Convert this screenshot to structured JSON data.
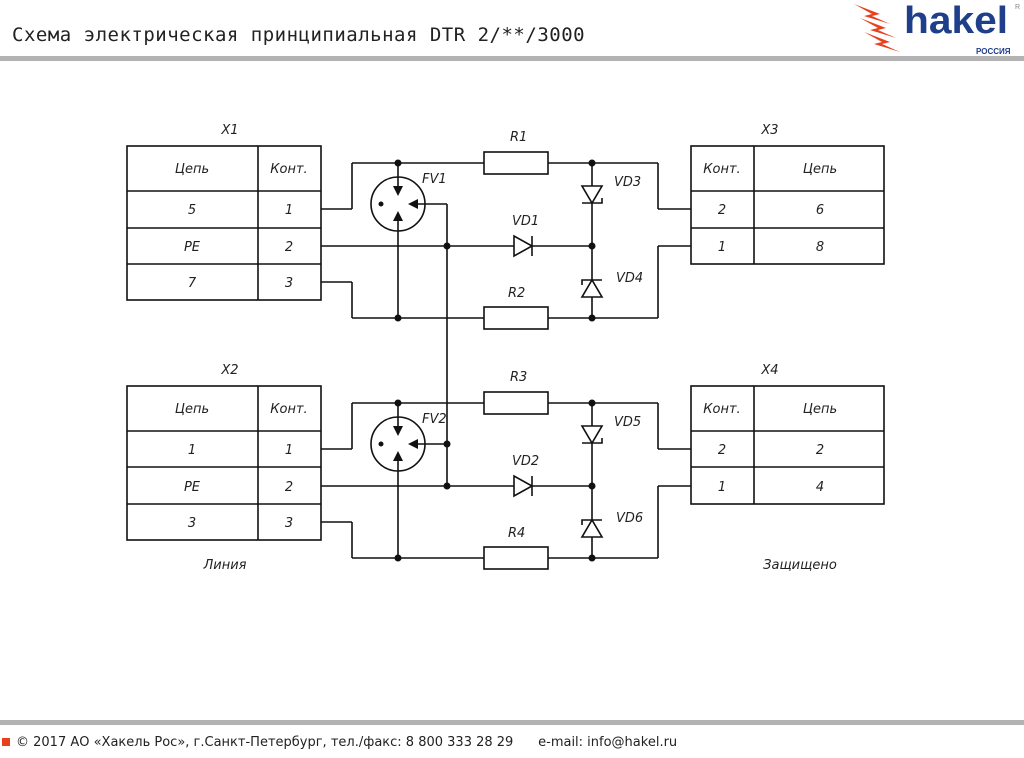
{
  "header": {
    "title": "Схема электрическая принципиальная DTR 2/**/3000",
    "logo_text": "hakel",
    "logo_sub": "РОССИЯ",
    "logo_reg": "R"
  },
  "colors": {
    "accent": "#e8401c",
    "brand": "#1f3f8a",
    "rule": "#b3b3b3"
  },
  "connectors": {
    "x1": {
      "name": "X1",
      "headers": [
        "Цепь",
        "Конт."
      ],
      "rows": [
        [
          "5",
          "1"
        ],
        [
          "PE",
          "2"
        ],
        [
          "7",
          "3"
        ]
      ]
    },
    "x2": {
      "name": "X2",
      "headers": [
        "Цепь",
        "Конт."
      ],
      "rows": [
        [
          "1",
          "1"
        ],
        [
          "PE",
          "2"
        ],
        [
          "3",
          "3"
        ]
      ],
      "caption": "Линия"
    },
    "x3": {
      "name": "X3",
      "headers": [
        "Конт.",
        "Цепь"
      ],
      "rows": [
        [
          "2",
          "6"
        ],
        [
          "1",
          "8"
        ]
      ]
    },
    "x4": {
      "name": "X4",
      "headers": [
        "Конт.",
        "Цепь"
      ],
      "rows": [
        [
          "2",
          "2"
        ],
        [
          "1",
          "4"
        ]
      ],
      "caption": "Защищено"
    }
  },
  "components": {
    "fv1": "FV1",
    "fv2": "FV2",
    "r1": "R1",
    "r2": "R2",
    "r3": "R3",
    "r4": "R4",
    "vd1": "VD1",
    "vd2": "VD2",
    "vd3": "VD3",
    "vd4": "VD4",
    "vd5": "VD5",
    "vd6": "VD6"
  },
  "footer": {
    "copyright": "© 2017 АО «Хакель Рос», г.Санкт-Петербург, тел./факс: 8 800 333 28 29",
    "email": "e-mail: info@hakel.ru"
  }
}
